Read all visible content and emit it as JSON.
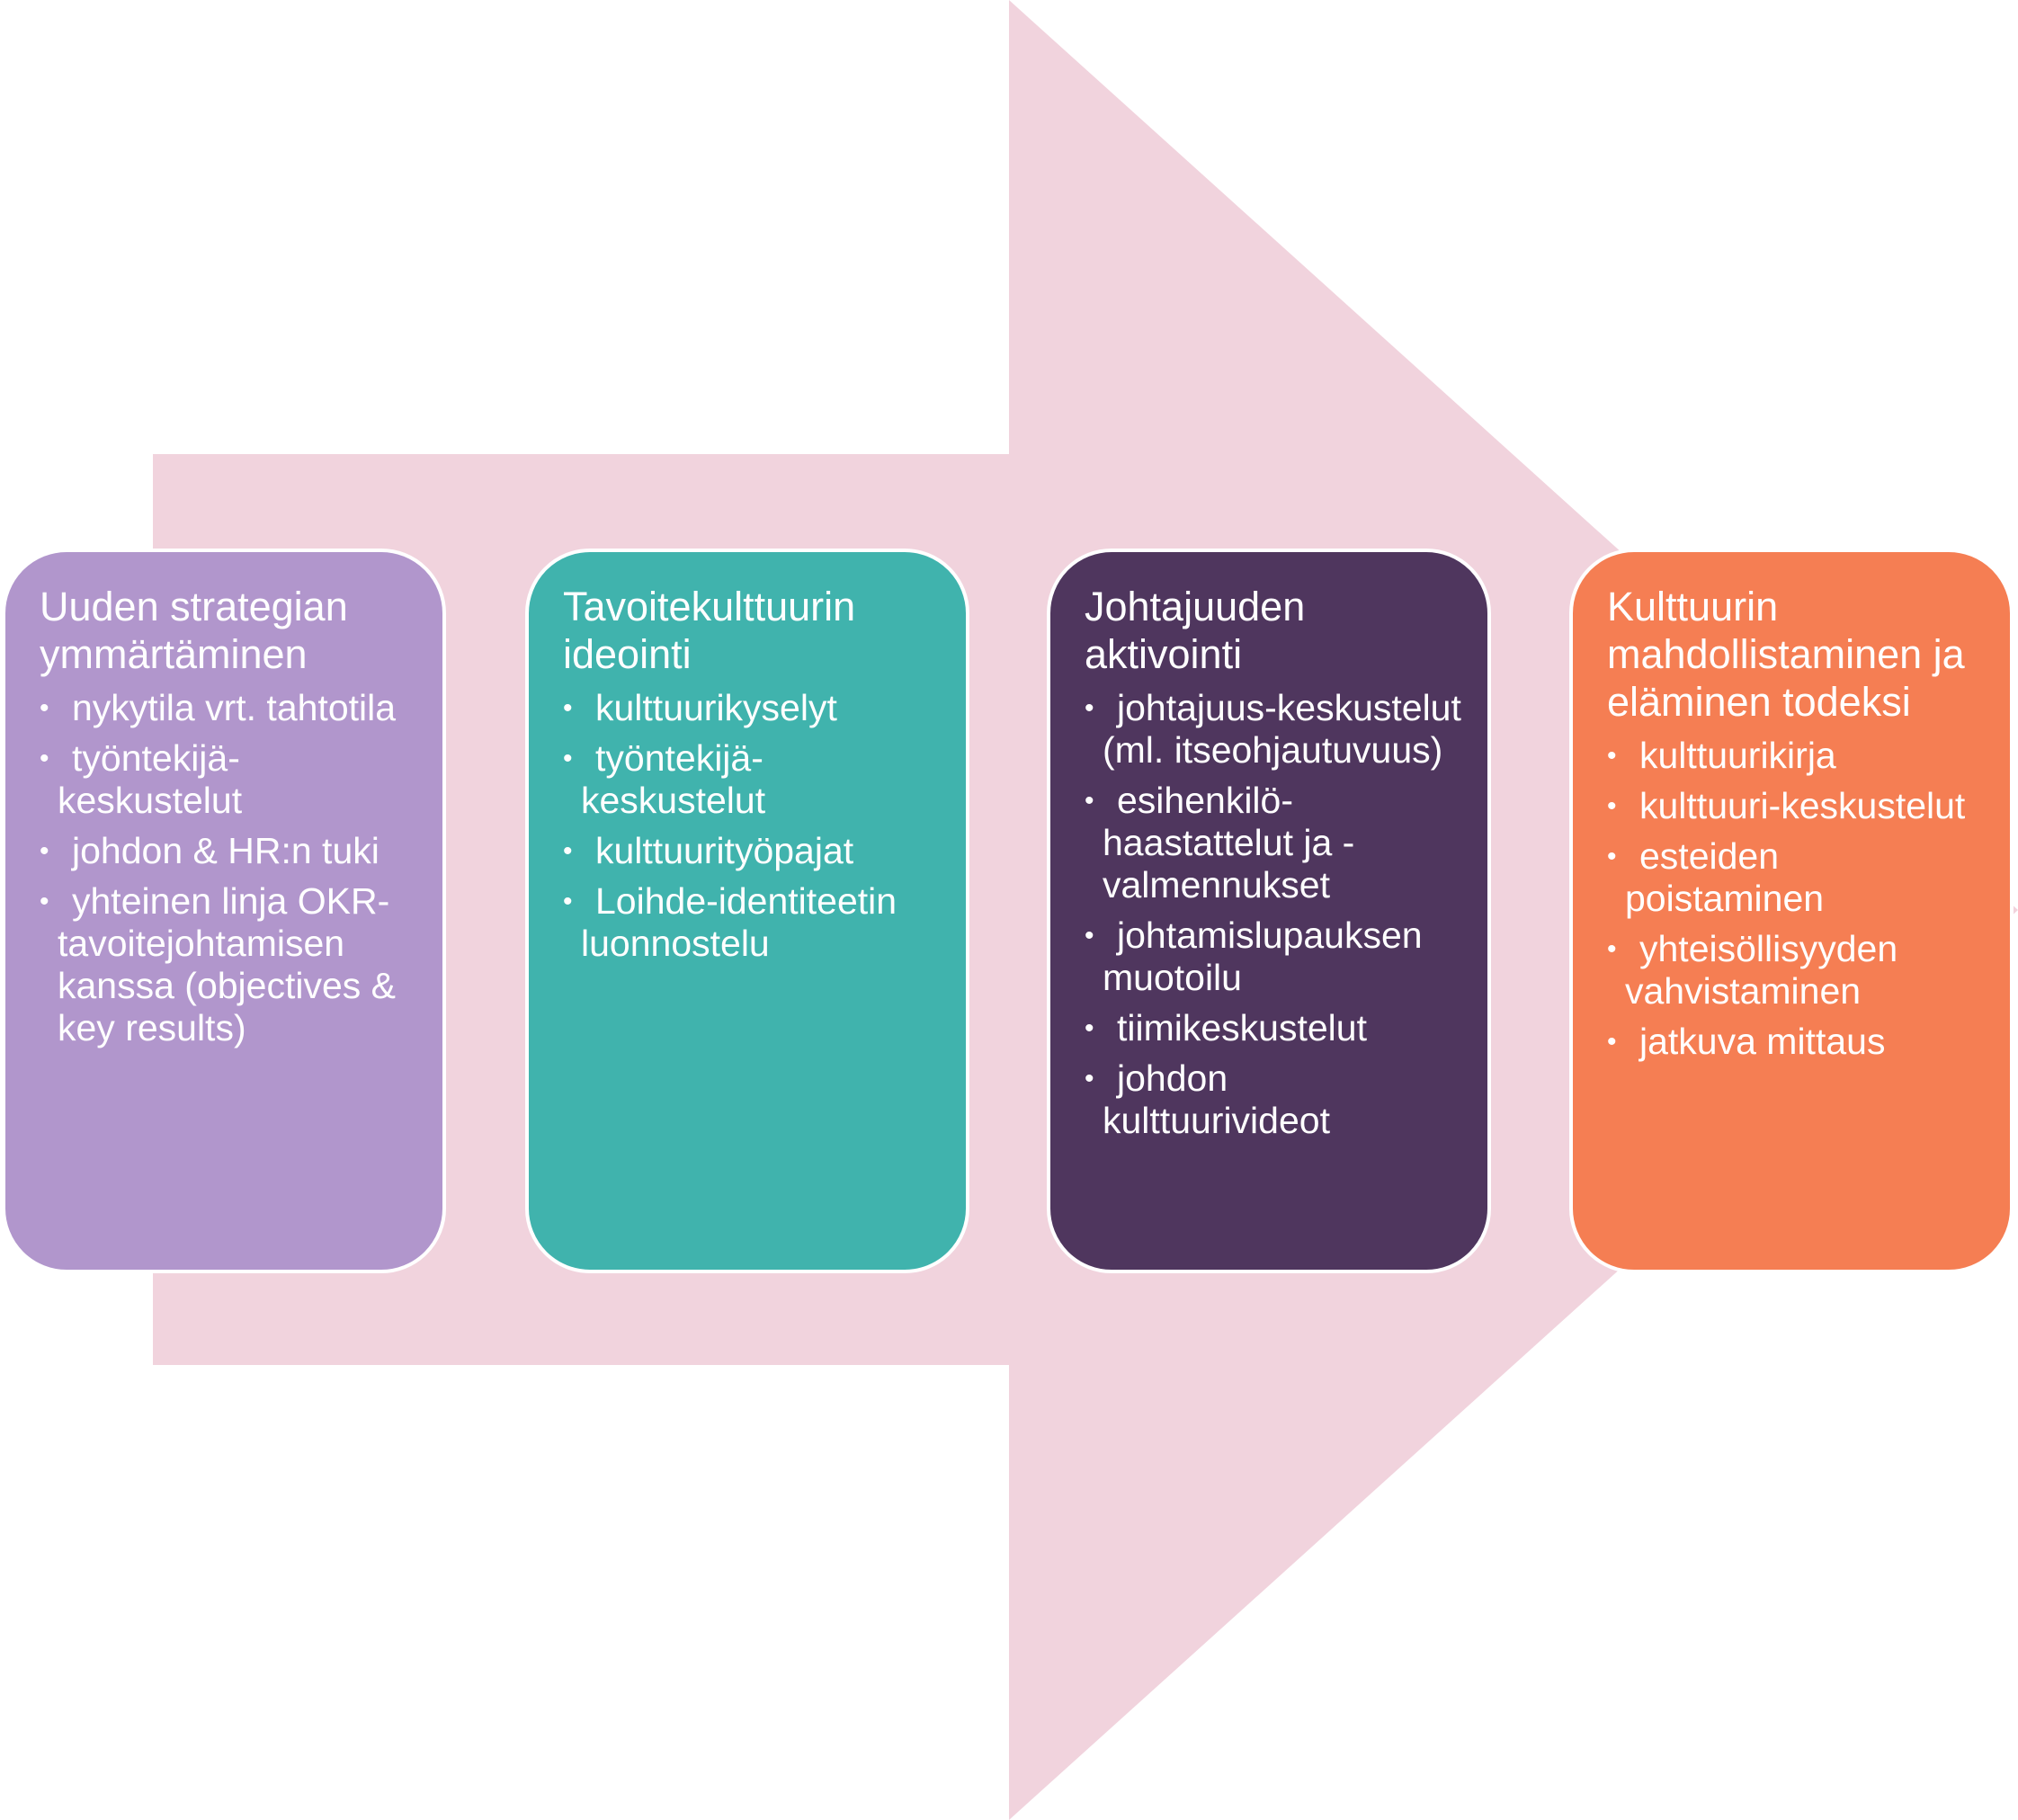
{
  "colors": {
    "arrow": "#f1d3dd",
    "card_border": "#ffffff",
    "text": "#ffffff"
  },
  "stages": [
    {
      "color": "#b196cc",
      "title": "Uuden strategian ymmärtäminen",
      "items": [
        "nykytila vrt. tahtotila",
        "työntekijä-keskustelut",
        "johdon & HR:n tuki",
        "yhteinen linja OKR-tavoitejohtamisen kanssa (objectives & key results)"
      ]
    },
    {
      "color": "#40b3ad",
      "title": "Tavoitekulttuurin ideointi",
      "items": [
        "kulttuurikyselyt",
        "työntekijä-keskustelut",
        "kulttuurityöpajat",
        "Loihde-identiteetin luonnostelu"
      ]
    },
    {
      "color": "#4f365e",
      "title": "Johtajuuden aktivointi",
      "items": [
        "johtajuus-keskustelut (ml. itseohjautuvuus)",
        "esihenkilö-haastattelut ja -valmennukset",
        "johtamislupauksen muotoilu",
        "tiimikeskustelut",
        "johdon kulttuurivideot"
      ]
    },
    {
      "color": "#f57e53",
      "title": "Kulttuurin mahdollistaminen ja eläminen todeksi",
      "items": [
        "kulttuurikirja",
        "kulttuuri-keskustelut",
        "esteiden poistaminen",
        "yhteisöllisyyden vahvistaminen",
        "jatkuva mittaus"
      ]
    }
  ]
}
